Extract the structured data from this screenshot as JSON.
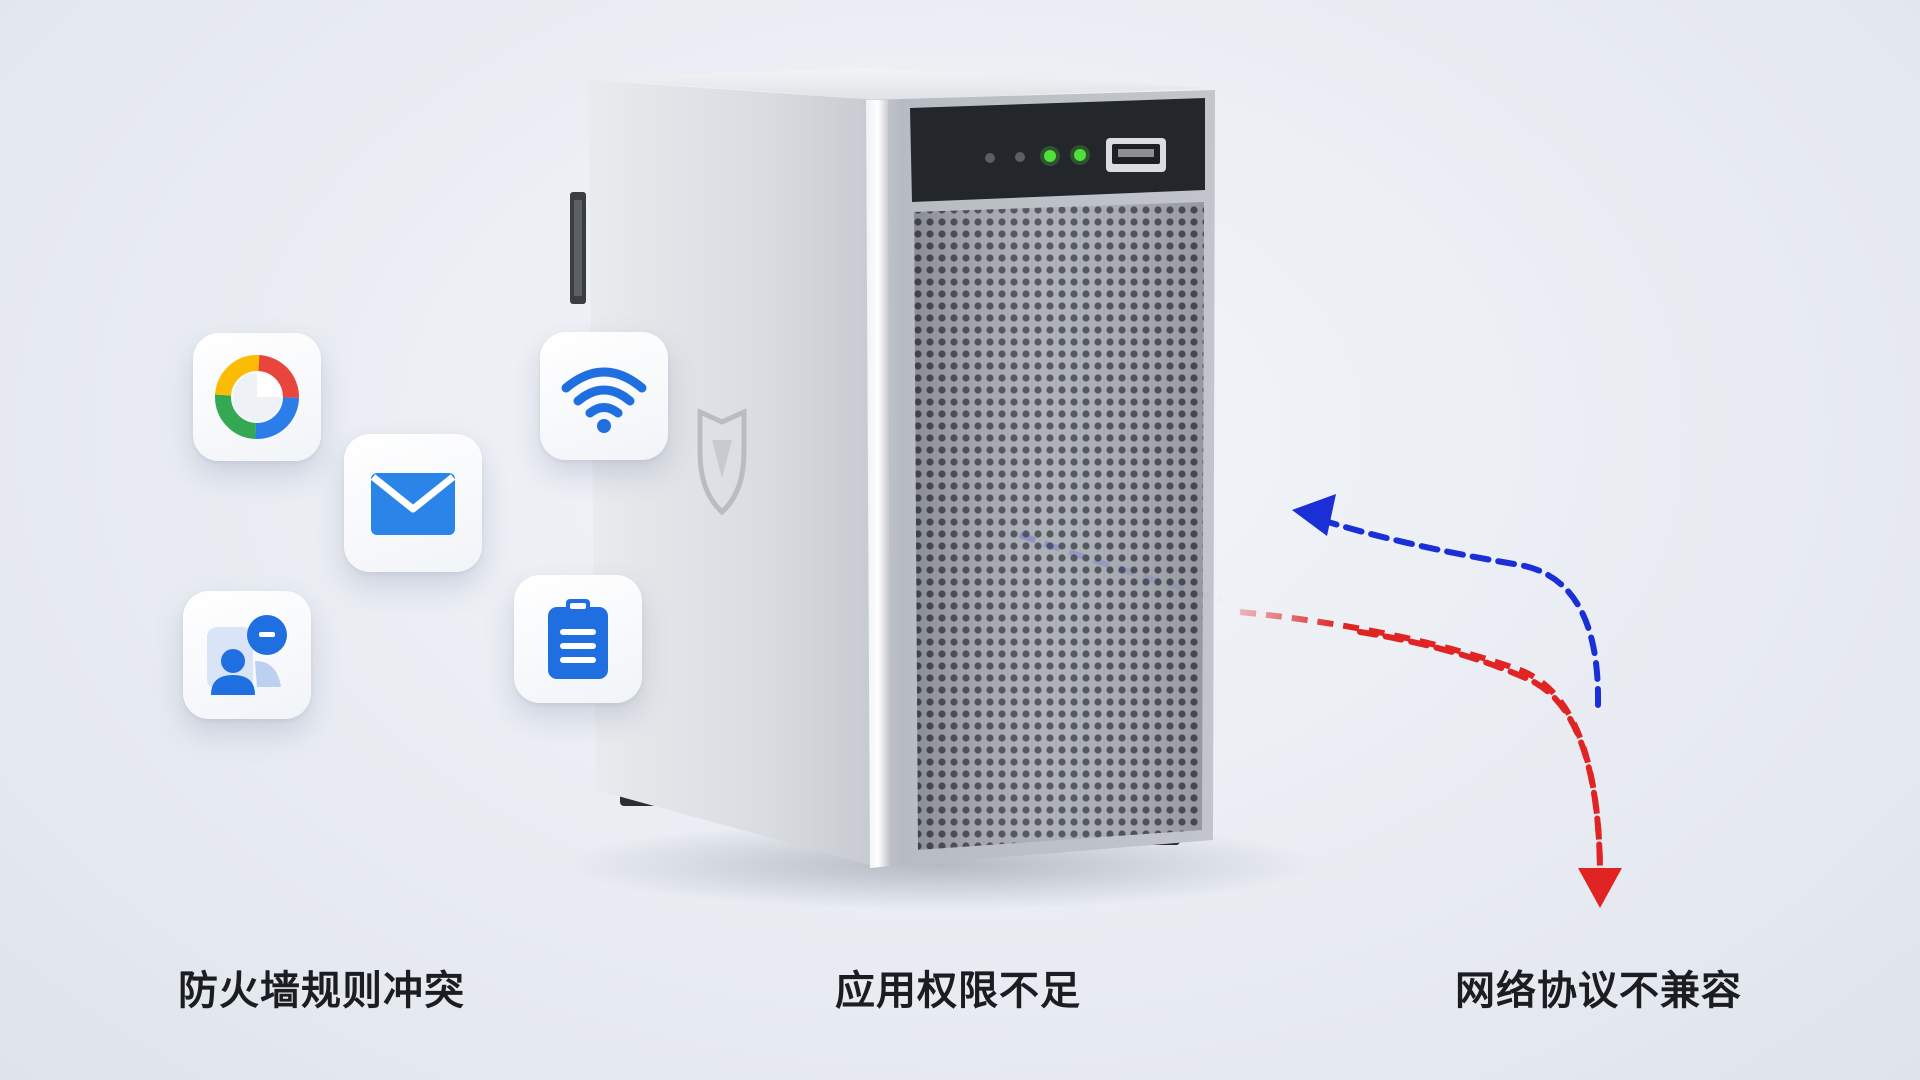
{
  "labels": {
    "firewall": "防火墙规则冲突",
    "permission": "应用权限不足",
    "protocol": "网络协议不兼容"
  },
  "icons": {
    "analytics": "donut-chart-icon",
    "mail": "mail-icon",
    "contacts": "contacts-icon",
    "wifi": "wifi-icon",
    "notes": "clipboard-icon",
    "server": "nas-server",
    "blue_arrow": "arrow-up-left-icon",
    "red_arrow": "arrow-down-icon"
  },
  "colors": {
    "blue_path": "#1a2fd6",
    "red_path": "#e02424",
    "led_on": "#4fe03a",
    "icon_blue": "#1f6fe0"
  }
}
